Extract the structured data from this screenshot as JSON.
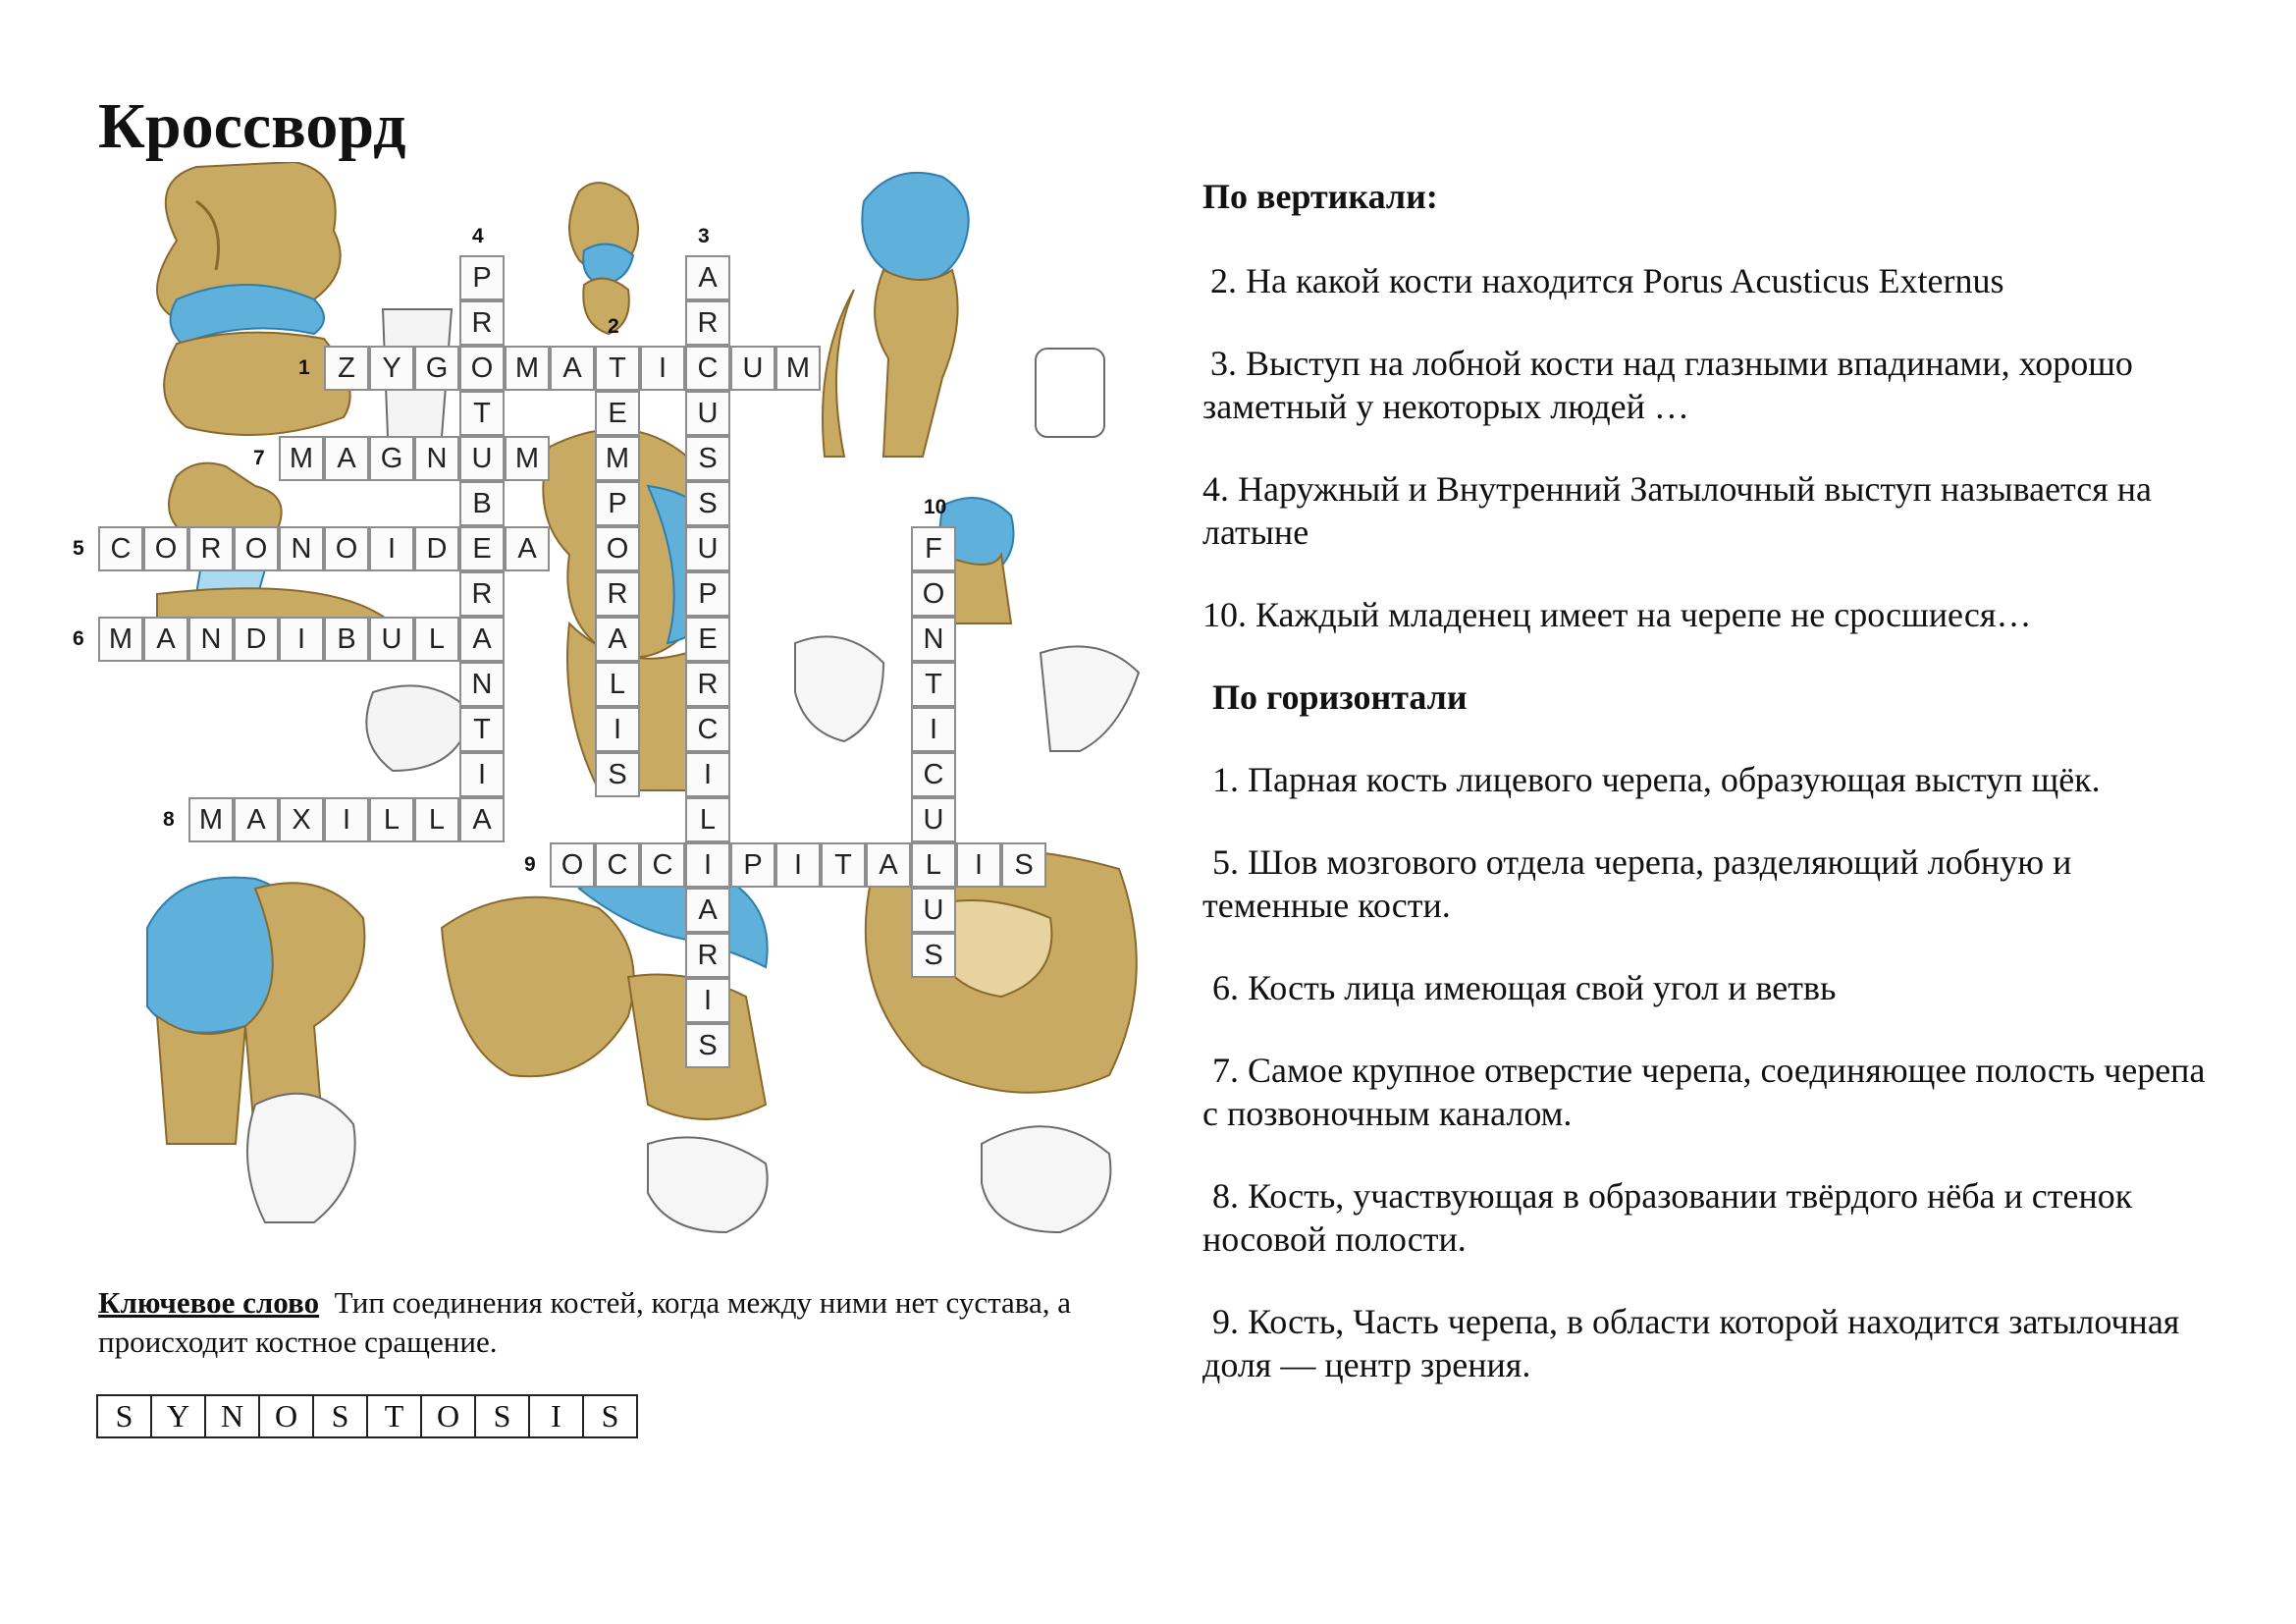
{
  "title": "Кроссворд",
  "illustration": {
    "subject": "anatomical-joint-illustrations",
    "colors": {
      "bone": "#c9aa62",
      "bone_dark": "#8a6a2c",
      "cartilage": "#5fb0da",
      "cartilage_light": "#a9daf0",
      "sketch": "#6c6c6c"
    }
  },
  "crossword": {
    "words": [
      {
        "number": "1",
        "direction": "across",
        "answer": "ZYGOMATICUM",
        "row": 3,
        "col": 6
      },
      {
        "number": "7",
        "direction": "across",
        "answer": "MAGNUM",
        "row": 5,
        "col": 5
      },
      {
        "number": "5",
        "direction": "across",
        "answer": "CORONOIDEA",
        "row": 7,
        "col": 1
      },
      {
        "number": "6",
        "direction": "across",
        "answer": "MANDIBULA",
        "row": 9,
        "col": 1
      },
      {
        "number": "8",
        "direction": "across",
        "answer": "MAXILLA",
        "row": 13,
        "col": 3
      },
      {
        "number": "9",
        "direction": "across",
        "answer": "OCCIPITALIS",
        "row": 14,
        "col": 11
      },
      {
        "number": "4",
        "direction": "down",
        "answer": "PROTUBERANTIA",
        "row": 1,
        "col": 9
      },
      {
        "number": "2",
        "direction": "down",
        "answer": "TEMPORALIS",
        "row": 3,
        "col": 12
      },
      {
        "number": "3",
        "direction": "down",
        "answer": "ARCUSSUPERCILIARIS",
        "row": 1,
        "col": 14
      },
      {
        "number": "10",
        "direction": "down",
        "answer": "FONTICULUS",
        "row": 7,
        "col": 19
      }
    ]
  },
  "clues": {
    "vertical_heading": "По вертикали:",
    "vertical": [
      "2. На какой кости находится Porus Acusticus Externus",
      "3. Выступ на лобной кости над глазными впадинами, хорошо заметный у некоторых людей …",
      "4. Наружный и Внутренний Затылочный выступ называется на латыне",
      "10. Каждый младенец имеет на черепе не сросшиеся…"
    ],
    "horizontal_heading": "По горизонтали",
    "horizontal": [
      "1. Парная кость лицевого черепа, образующая выступ щёк.",
      "5. Шов мозгового отдела черепа, разделяющий лобную и теменные кости.",
      "6. Кость лица имеющая свой угол и ветвь",
      "7. Самое крупное отверстие черепа, соединяющее полость черепа с позвоночным каналом.",
      "8. Кость, участвующая в образовании твёрдого нёба и стенок носовой полости.",
      "9. Кость, Часть черепа, в области которой находится затылочная доля — центр зрения."
    ]
  },
  "keyword": {
    "label": "Ключевое слово",
    "description": "Тип соединения костей, когда между ними нет сустава, а происходит костное сращение.",
    "letters": [
      "S",
      "Y",
      "N",
      "O",
      "S",
      "T",
      "O",
      "S",
      "I",
      "S"
    ]
  }
}
